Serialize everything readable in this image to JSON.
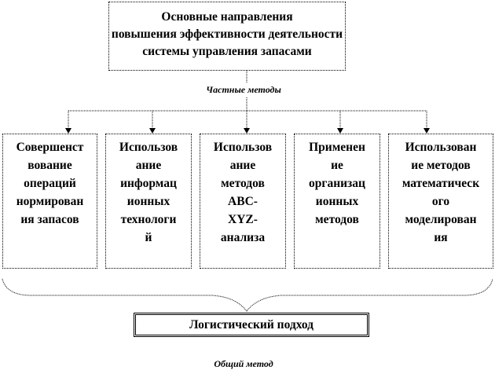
{
  "top_box": {
    "lines": [
      "Основные направления",
      "повышения эффективности деятельности",
      "системы управления запасами"
    ]
  },
  "private_label": "Частные методы",
  "methods": [
    {
      "lines": [
        "Совершенст",
        "вование",
        "операций",
        "нормирован",
        "ия запасов"
      ]
    },
    {
      "lines": [
        "Использов",
        "ание",
        "информац",
        "ионных",
        "технологи",
        "й"
      ]
    },
    {
      "lines": [
        "Использов",
        "ание",
        "методов",
        "ABC-",
        "XYZ-",
        "анализа"
      ]
    },
    {
      "lines": [
        "Применен",
        "ие",
        "организац",
        "ионных",
        "методов"
      ]
    },
    {
      "lines": [
        "Использован",
        "ие методов",
        "математическ",
        "ого",
        "моделирован",
        "ия"
      ]
    }
  ],
  "general_box": "Логистический подход",
  "general_label": "Общий метод"
}
